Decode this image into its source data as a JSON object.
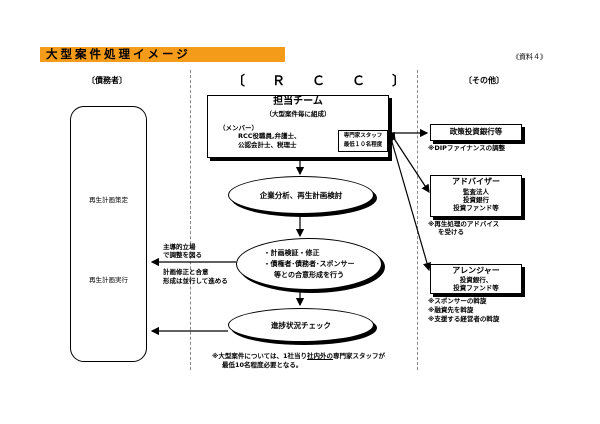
{
  "title": "大型案件処理イメージ",
  "doc_ref": "《資料４》",
  "columns": {
    "left": "〔債務者〕",
    "center": "〔　Ｒ　Ｃ　Ｃ　〕",
    "right": "〔その他〕"
  },
  "debtor": {
    "plan_formulation": "再生計画策定",
    "plan_execution": "再生計画実行"
  },
  "team": {
    "title": "担当チーム",
    "subtitle": "（大型案件毎に組成）",
    "members_label": "（メンバー）",
    "members_line1": "RCC役職員,弁護士、",
    "members_line2": "公認会計士、税理士",
    "staff_line1": "専門家スタッフ",
    "staff_line2": "最低１０名程度"
  },
  "steps": {
    "analysis": "企業分析、再生計画検討",
    "verify_line1": "・計画検証・修正",
    "verify_line2": "・債権者･債務者･スポンサー",
    "verify_line3": "等との合意形成を行う",
    "progress": "進捗状況チェック"
  },
  "lead_note": {
    "line1": "主導的立場",
    "line2": "で調整を図る",
    "line3": "計画修正と合意",
    "line4": "形成は並行して進める"
  },
  "others": {
    "bank": {
      "title": "政策投資銀行等",
      "note": "※DIPファイナンスの調整"
    },
    "adviser": {
      "title": "アドバイザー",
      "item1": "監査法人",
      "item2": "投資銀行",
      "item3": "投資ファンド等",
      "note_line1": "※再生処理のアドバイス",
      "note_line2": "を受ける"
    },
    "arranger": {
      "title": "アレンジャー",
      "item1": "投資銀行、",
      "item2": "投資ファンド等",
      "note1": "※スポンサーの斡旋",
      "note2": "※融資先を斡旋",
      "note3": "※支援する経営者の斡旋"
    }
  },
  "footnote": {
    "part1": "※大型案件については、1社当り",
    "part_underlined": "社内外の",
    "part2": "専門家スタッフが",
    "line2": "最低10名程度必要となる。"
  }
}
